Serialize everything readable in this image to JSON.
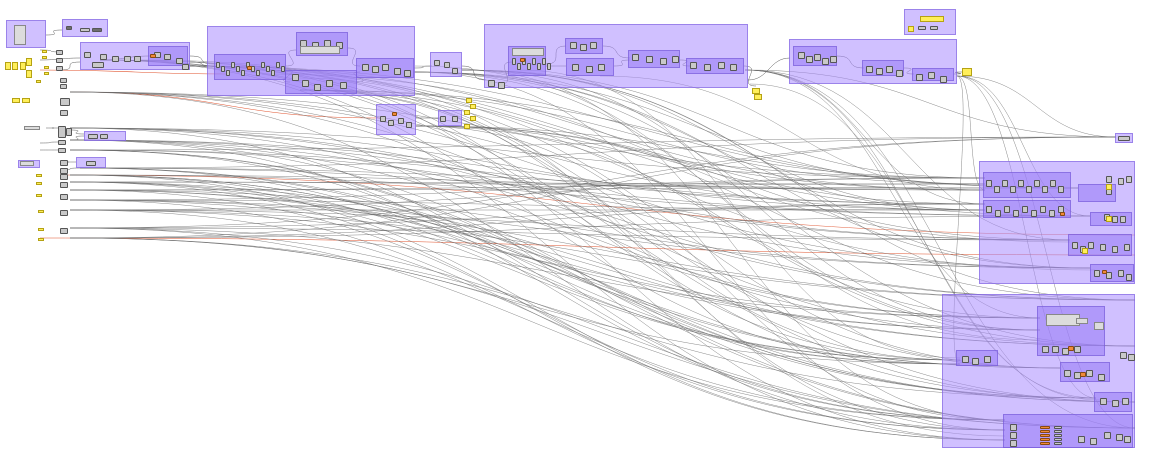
{
  "canvas": {
    "background": "#ffffff",
    "group_color": "#b39cff",
    "wire_color": "#6a6a6a",
    "wire_highlight_color": "#e0502a",
    "panel_color": "#ffef5a",
    "component_color": "#c9c9c9"
  },
  "groups": [
    {
      "id": "g1",
      "title": ""
    },
    {
      "id": "g2",
      "title": ""
    },
    {
      "id": "g3",
      "title": ""
    },
    {
      "id": "g4",
      "title": ""
    },
    {
      "id": "g5",
      "title": ""
    },
    {
      "id": "g6",
      "title": ""
    },
    {
      "id": "g7",
      "title": ""
    },
    {
      "id": "g8",
      "title": ""
    },
    {
      "id": "g9",
      "title": ""
    },
    {
      "id": "g10",
      "title": ""
    },
    {
      "id": "g11",
      "title": ""
    },
    {
      "id": "g12",
      "title": ""
    },
    {
      "id": "g13",
      "title": ""
    },
    {
      "id": "g14",
      "title": ""
    },
    {
      "id": "g15",
      "title": ""
    }
  ]
}
